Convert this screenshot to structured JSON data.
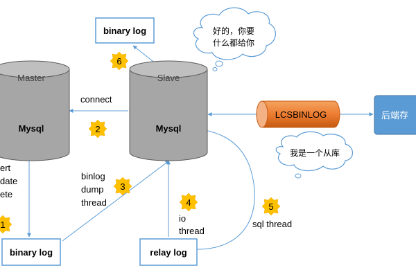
{
  "master": {
    "label": "Master",
    "db": "Mysql",
    "ops": [
      "ert",
      "date",
      "ete"
    ]
  },
  "slave": {
    "label": "Slave",
    "db": "Mysql"
  },
  "boxes": {
    "binary_log_top": "binary log",
    "binary_log_bottom": "binary log",
    "relay_log": "relay log",
    "lcsbinlog": "LCSBINLOG",
    "backend": "后端存"
  },
  "labels": {
    "connect": "connect",
    "binlog_dump": [
      "binlog",
      "dump",
      "thread"
    ],
    "io_thread": [
      "io",
      "thread"
    ],
    "sql_thread": "sql thread"
  },
  "clouds": {
    "top": [
      "好的，你要",
      "什么都给你"
    ],
    "bottom": "我是一个从库"
  },
  "steps": [
    "6",
    "2",
    "3",
    "4",
    "5",
    "1"
  ],
  "colors": {
    "cylinder": "#a6a6a6",
    "cylinder_top": "#bfbfbf",
    "arrow": "#5b9bd5",
    "badge": "#ffc000",
    "lcs": "#ed7d31",
    "backend": "#5b9bd5"
  }
}
